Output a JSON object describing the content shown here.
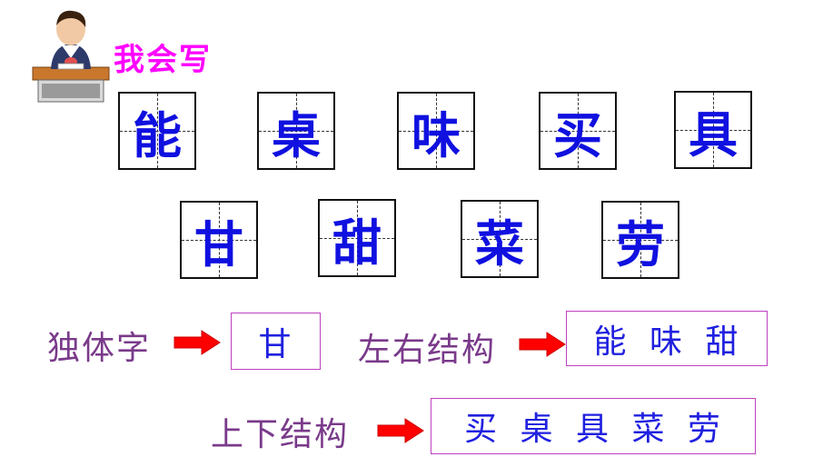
{
  "header": {
    "title": "我会写"
  },
  "characters_row1": [
    "能",
    "桌",
    "味",
    "买",
    "具"
  ],
  "characters_row2": [
    "甘",
    "甜",
    "菜",
    "劳"
  ],
  "groups": [
    {
      "label": "独体字",
      "answer": "甘"
    },
    {
      "label": "左右结构",
      "answer": "能 味 甜"
    },
    {
      "label": "上下结构",
      "answer": "买 桌 具 菜 劳"
    }
  ],
  "colors": {
    "title": "#ff00ff",
    "character": "#1010e0",
    "label": "#7a3a8a",
    "arrow": "#ff0000",
    "answer_border": "#c040c0"
  }
}
